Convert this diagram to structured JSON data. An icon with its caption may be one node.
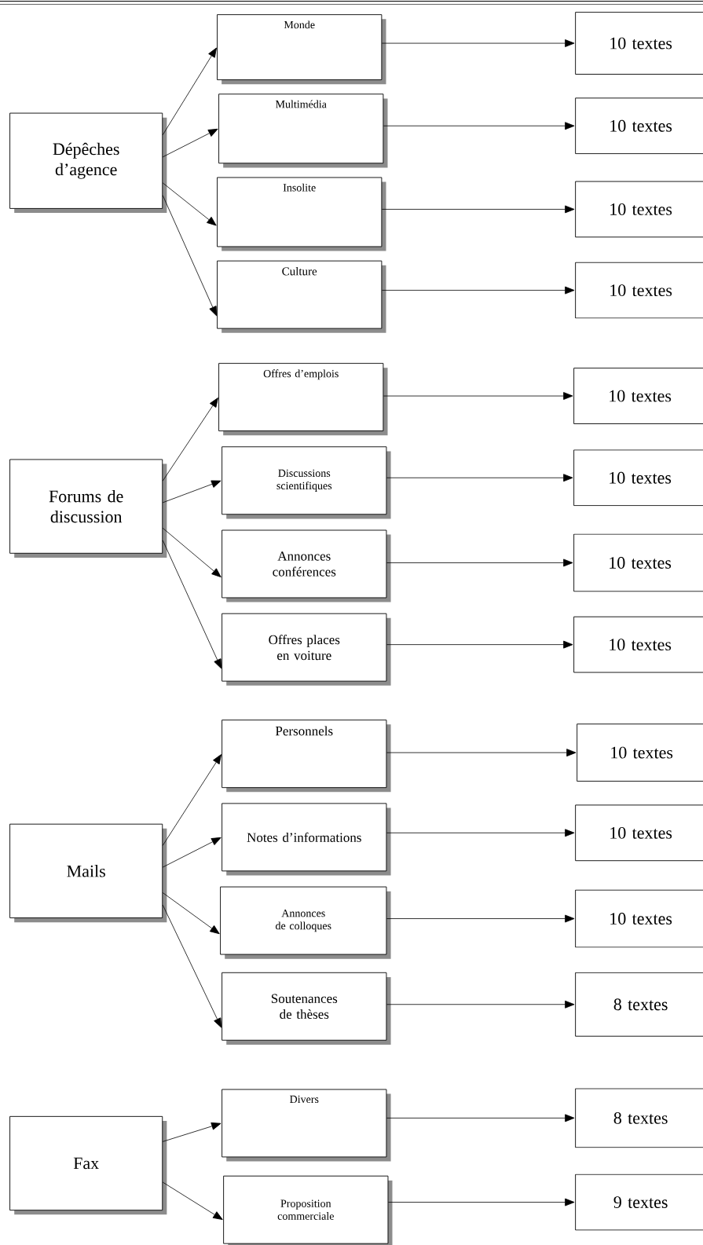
{
  "diagram": {
    "nodes": [
      {
        "text": [
          "Dépêches d’agence"
        ]
      },
      {
        "text": [
          "Monde"
        ]
      },
      {
        "text": [
          "10 textes"
        ]
      },
      {
        "text": [
          "Multimédia"
        ]
      },
      {
        "text": [
          "10 textes"
        ]
      },
      {
        "text": [
          "Insolite"
        ]
      },
      {
        "text": [
          "10 textes"
        ]
      },
      {
        "text": [
          "Culture"
        ]
      },
      {
        "text": [
          "10 textes"
        ]
      },
      {
        "text": [
          "Forums de discussion"
        ]
      },
      {
        "text": [
          "Offres d’emplois"
        ]
      },
      {
        "text": [
          "10 textes"
        ]
      },
      {
        "text": [
          "Discussions scientifiques"
        ]
      },
      {
        "text": [
          "10 textes"
        ]
      },
      {
        "text": [
          "Annonces conférences"
        ]
      },
      {
        "text": [
          "10 textes"
        ]
      },
      {
        "text": [
          "Offres places en voiture"
        ]
      },
      {
        "text": [
          "10 textes"
        ]
      },
      {
        "text": [
          "Mails"
        ]
      },
      {
        "text": [
          "Personnels"
        ]
      },
      {
        "text": [
          "10 textes"
        ]
      },
      {
        "text": [
          "Notes d’informations"
        ]
      },
      {
        "text": [
          "10 textes"
        ]
      },
      {
        "text": [
          "Annonces de colloques"
        ]
      },
      {
        "text": [
          "10 textes"
        ]
      },
      {
        "text": [
          "Soutenances de thèses"
        ]
      },
      {
        "text": [
          "8 textes"
        ]
      },
      {
        "text": [
          "Fax"
        ]
      },
      {
        "text": [
          "Divers"
        ]
      },
      {
        "text": [
          "8 textes"
        ]
      },
      {
        "text": [
          "Proposition commerciale"
        ]
      },
      {
        "text": [
          "9 textes"
        ]
      }
    ],
    "edges": [
      {
        "from": 0,
        "to": 1,
        "arrow": "to"
      },
      {
        "from": 1,
        "to": 2,
        "arrow": "to"
      },
      {
        "from": 0,
        "to": 3,
        "arrow": "to"
      },
      {
        "from": 3,
        "to": 4,
        "arrow": "to"
      },
      {
        "from": 0,
        "to": 5,
        "arrow": "to"
      },
      {
        "from": 5,
        "to": 6,
        "arrow": "to"
      },
      {
        "from": 0,
        "to": 7,
        "arrow": "to"
      },
      {
        "from": 7,
        "to": 8,
        "arrow": "to"
      },
      {
        "from": 9,
        "to": 10,
        "arrow": "to"
      },
      {
        "from": 10,
        "to": 11,
        "arrow": "to"
      },
      {
        "from": 9,
        "to": 12,
        "arrow": "to"
      },
      {
        "from": 12,
        "to": 13,
        "arrow": "to"
      },
      {
        "from": 9,
        "to": 14,
        "arrow": "to"
      },
      {
        "from": 14,
        "to": 15,
        "arrow": "to"
      },
      {
        "from": 9,
        "to": 16,
        "arrow": "to"
      },
      {
        "from": 16,
        "to": 17,
        "arrow": "to"
      },
      {
        "from": 18,
        "to": 19,
        "arrow": "to"
      },
      {
        "from": 19,
        "to": 20,
        "arrow": "to"
      },
      {
        "from": 18,
        "to": 21,
        "arrow": "to"
      },
      {
        "from": 21,
        "to": 22,
        "arrow": "to"
      },
      {
        "from": 18,
        "to": 23,
        "arrow": "to"
      },
      {
        "from": 23,
        "to": 24,
        "arrow": "to"
      },
      {
        "from": 18,
        "to": 25,
        "arrow": "to"
      },
      {
        "from": 25,
        "to": 26,
        "arrow": "to"
      },
      {
        "from": 27,
        "to": 28,
        "arrow": "to"
      },
      {
        "from": 28,
        "to": 29,
        "arrow": "to"
      },
      {
        "from": 27,
        "to": 30,
        "arrow": "to"
      },
      {
        "from": 30,
        "to": 31,
        "arrow": "to"
      }
    ]
  }
}
